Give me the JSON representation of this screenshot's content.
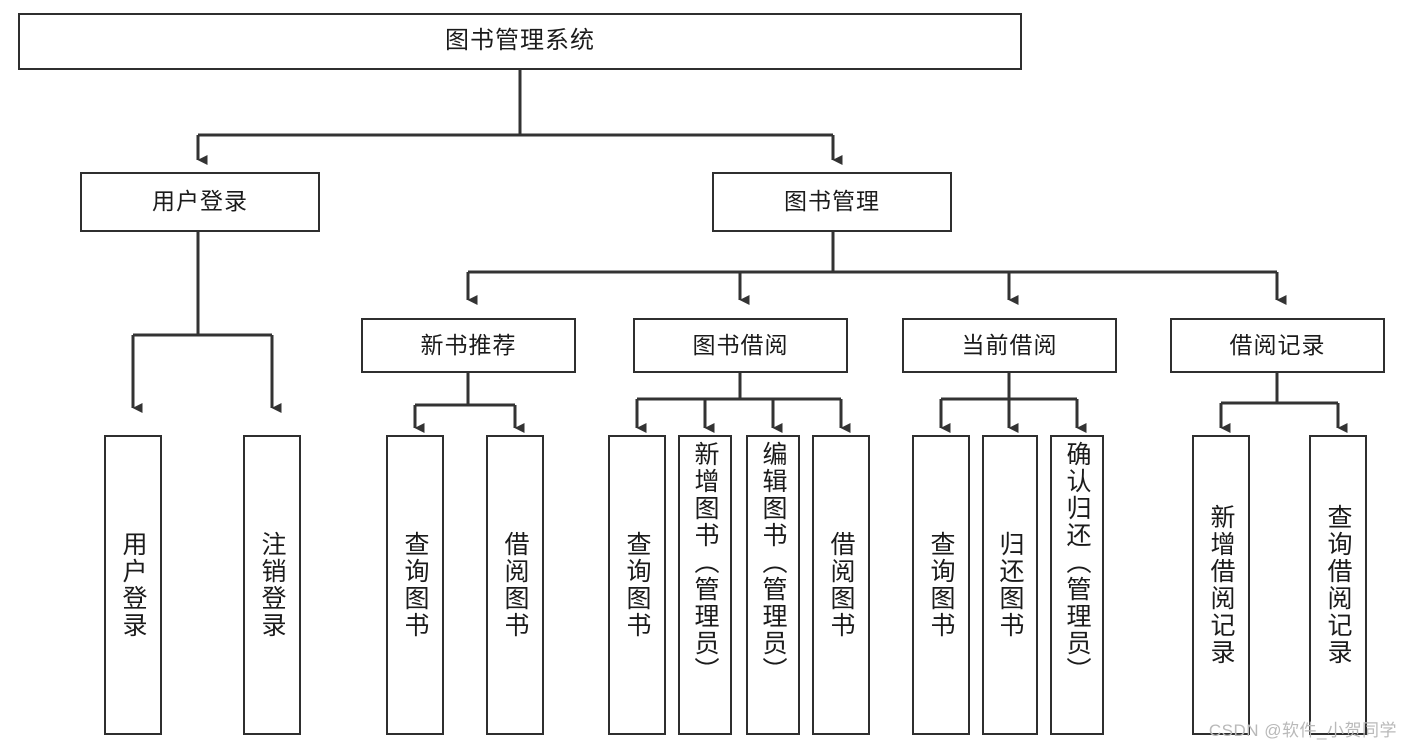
{
  "diagram": {
    "title": "图书管理系统",
    "type": "tree-hierarchy-chart",
    "watermark": "CSDN @软件_小贺同学",
    "colors": {
      "box_border": "#2f2f2f",
      "box_fill": "#ffffff",
      "line": "#333333",
      "text": "#1b1b1b",
      "watermark": "#b9b9b9"
    },
    "root": {
      "id": "root",
      "label": "图书管理系统"
    },
    "level2": [
      {
        "id": "user-login",
        "label": "用户登录"
      },
      {
        "id": "book-manage",
        "label": "图书管理"
      }
    ],
    "level3": [
      {
        "id": "new-book-rec",
        "label": "新书推荐"
      },
      {
        "id": "book-borrow",
        "label": "图书借阅"
      },
      {
        "id": "current-borrow",
        "label": "当前借阅"
      },
      {
        "id": "borrow-record",
        "label": "借阅记录"
      }
    ],
    "leaves": [
      {
        "id": "leaf-user-login",
        "label": "用户登录",
        "parent": "user-login"
      },
      {
        "id": "leaf-logout",
        "label": "注销登录",
        "parent": "user-login"
      },
      {
        "id": "leaf-query-book-1",
        "label": "查询图书",
        "parent": "new-book-rec"
      },
      {
        "id": "leaf-borrow-book-1",
        "label": "借阅图书",
        "parent": "new-book-rec"
      },
      {
        "id": "leaf-query-book-2",
        "label": "查询图书",
        "parent": "book-borrow"
      },
      {
        "id": "leaf-add-book",
        "label": "新增图书（管理员）",
        "parent": "book-borrow"
      },
      {
        "id": "leaf-edit-book",
        "label": "编辑图书（管理员）",
        "parent": "book-borrow"
      },
      {
        "id": "leaf-borrow-book-2",
        "label": "借阅图书",
        "parent": "book-borrow"
      },
      {
        "id": "leaf-query-book-3",
        "label": "查询图书",
        "parent": "current-borrow"
      },
      {
        "id": "leaf-return-book",
        "label": "归还图书",
        "parent": "current-borrow"
      },
      {
        "id": "leaf-confirm-return",
        "label": "确认归还（管理员）",
        "parent": "current-borrow"
      },
      {
        "id": "leaf-add-record",
        "label": "新增借阅记录",
        "parent": "borrow-record"
      },
      {
        "id": "leaf-query-record",
        "label": "查询借阅记录",
        "parent": "borrow-record"
      }
    ]
  }
}
